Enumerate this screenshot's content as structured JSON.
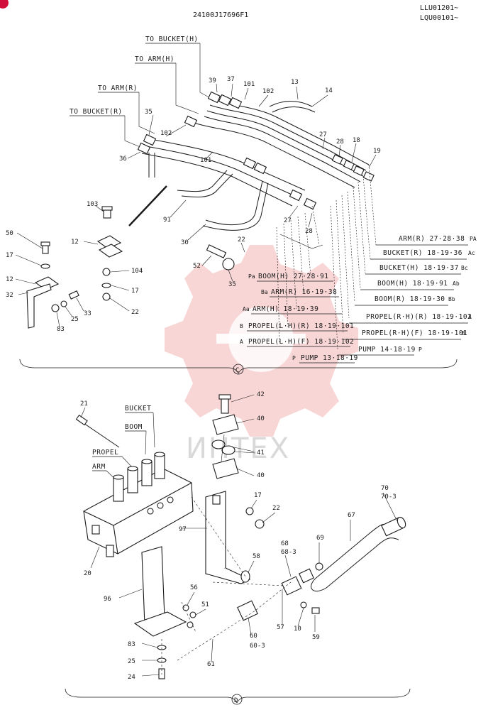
{
  "header": {
    "drawing_no": "24100J17696F1",
    "serial_line1": "LLU01201~",
    "serial_line2": "LQU00101~"
  },
  "watermark": {
    "text": "ИНТЕХ"
  },
  "section_c": {
    "marker": "C",
    "destinations": {
      "to_bucket_h": "TO BUCKET(H)",
      "to_arm_h": "TO ARM(H)",
      "to_arm_r": "TO ARM(R)",
      "to_bucket_r": "TO BUCKET(R)"
    },
    "callouts": [
      "39",
      "37",
      "13",
      "14",
      "101",
      "102",
      "35",
      "102",
      "36",
      "101",
      "27",
      "28",
      "18",
      "19",
      "103",
      "91",
      "30",
      "27",
      "28",
      "22",
      "50",
      "12",
      "17",
      "12",
      "32",
      "104",
      "17",
      "22",
      "33",
      "25",
      "83",
      "52",
      "35"
    ],
    "legend_right": [
      {
        "text": "ARM(R) 27·28·38",
        "tag": "PA"
      },
      {
        "text": "BUCKET(R) 18·19·36",
        "tag": "Ac"
      },
      {
        "text": "BUCKET(H) 18·19·37",
        "tag": "Bc"
      },
      {
        "text": "BOOM(H) 18·19·91",
        "tag": "Ab"
      },
      {
        "text": "BOOM(R) 18·19·30",
        "tag": "Bb"
      },
      {
        "text": "PROPEL(R·H)(R) 18·19·102",
        "tag": "A"
      },
      {
        "text": "PROPEL(R·H)(F) 18·19·101",
        "tag": "B"
      },
      {
        "text": "PUMP 14·18·19",
        "tag": "P"
      }
    ],
    "legend_left": [
      {
        "tag": "Pa",
        "text": "BOOM(H) 27·28·91"
      },
      {
        "tag": "Ba",
        "text": "ARM(R) 16·19·38"
      },
      {
        "tag": "Aa",
        "text": "ARM(H) 18·19·39"
      },
      {
        "tag": "B",
        "text": "PROPEL(L·H)(R) 18·19·101"
      },
      {
        "tag": "A",
        "text": "PROPEL(L·H)(F) 18·19·102"
      },
      {
        "tag": "P",
        "text": "PUMP 13·18·19"
      }
    ]
  },
  "section_d": {
    "marker": "D",
    "valve_labels": {
      "bucket": "BUCKET",
      "boom": "BOOM",
      "propel": "PROPEL",
      "arm": "ARM"
    },
    "callouts": [
      "21",
      "42",
      "40",
      "41",
      "40",
      "17",
      "22",
      "97",
      "20",
      "58",
      "70",
      "70-3",
      "67",
      "68",
      "68-3",
      "69",
      "96",
      "56",
      "51",
      "57",
      "10",
      "59",
      "60",
      "60-3",
      "61",
      "83",
      "25",
      "24"
    ]
  }
}
